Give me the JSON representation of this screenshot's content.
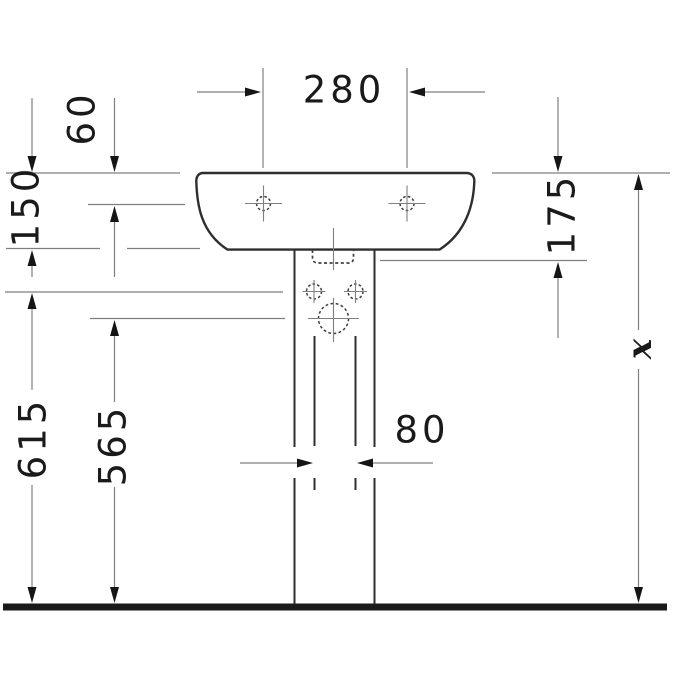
{
  "drawing": {
    "title": "pedestal-washbasin-front-elevation",
    "dims": {
      "top_hole_spacing": "280",
      "hole_drop_from_rim": "60",
      "rim_to_body_bottom": "150",
      "basin_back_depth": "175",
      "pedestal_hole_height": "615",
      "trap_center_height": "565",
      "drain_channel_width": "80",
      "total_height_variable": "x"
    },
    "colors": {
      "thin_line": "#7f7f7f",
      "outline": "#2e2e2e",
      "dashed_feature": "#3f3f3f",
      "floor": "#1a1a1a",
      "text": "#1a1a1a",
      "background": "#ffffff"
    }
  }
}
